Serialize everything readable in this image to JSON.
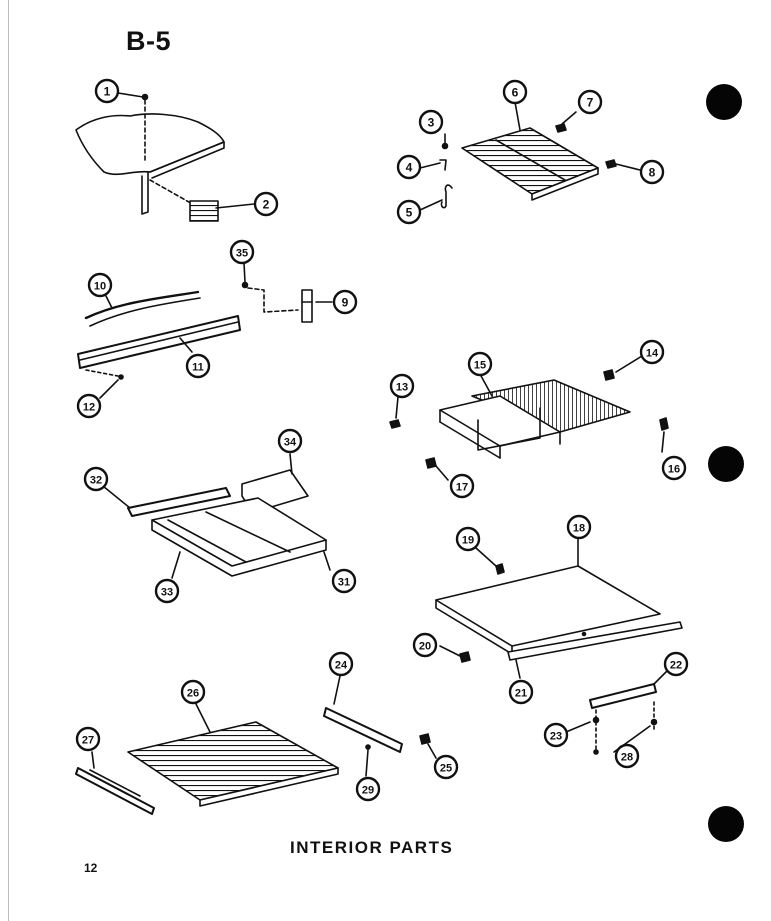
{
  "header": {
    "sheet_code": "B-5"
  },
  "footer": {
    "caption": "INTERIOR PARTS",
    "page_number": "12"
  },
  "callouts": [
    "1",
    "2",
    "3",
    "4",
    "5",
    "6",
    "7",
    "8",
    "9",
    "10",
    "11",
    "12",
    "13",
    "14",
    "15",
    "16",
    "17",
    "18",
    "19",
    "20",
    "21",
    "22",
    "23",
    "24",
    "25",
    "26",
    "27",
    "28",
    "29",
    "31",
    "32",
    "33",
    "34",
    "35"
  ],
  "colors": {
    "ink": "#111111",
    "paper": "#ffffff",
    "hole": "#050505"
  }
}
